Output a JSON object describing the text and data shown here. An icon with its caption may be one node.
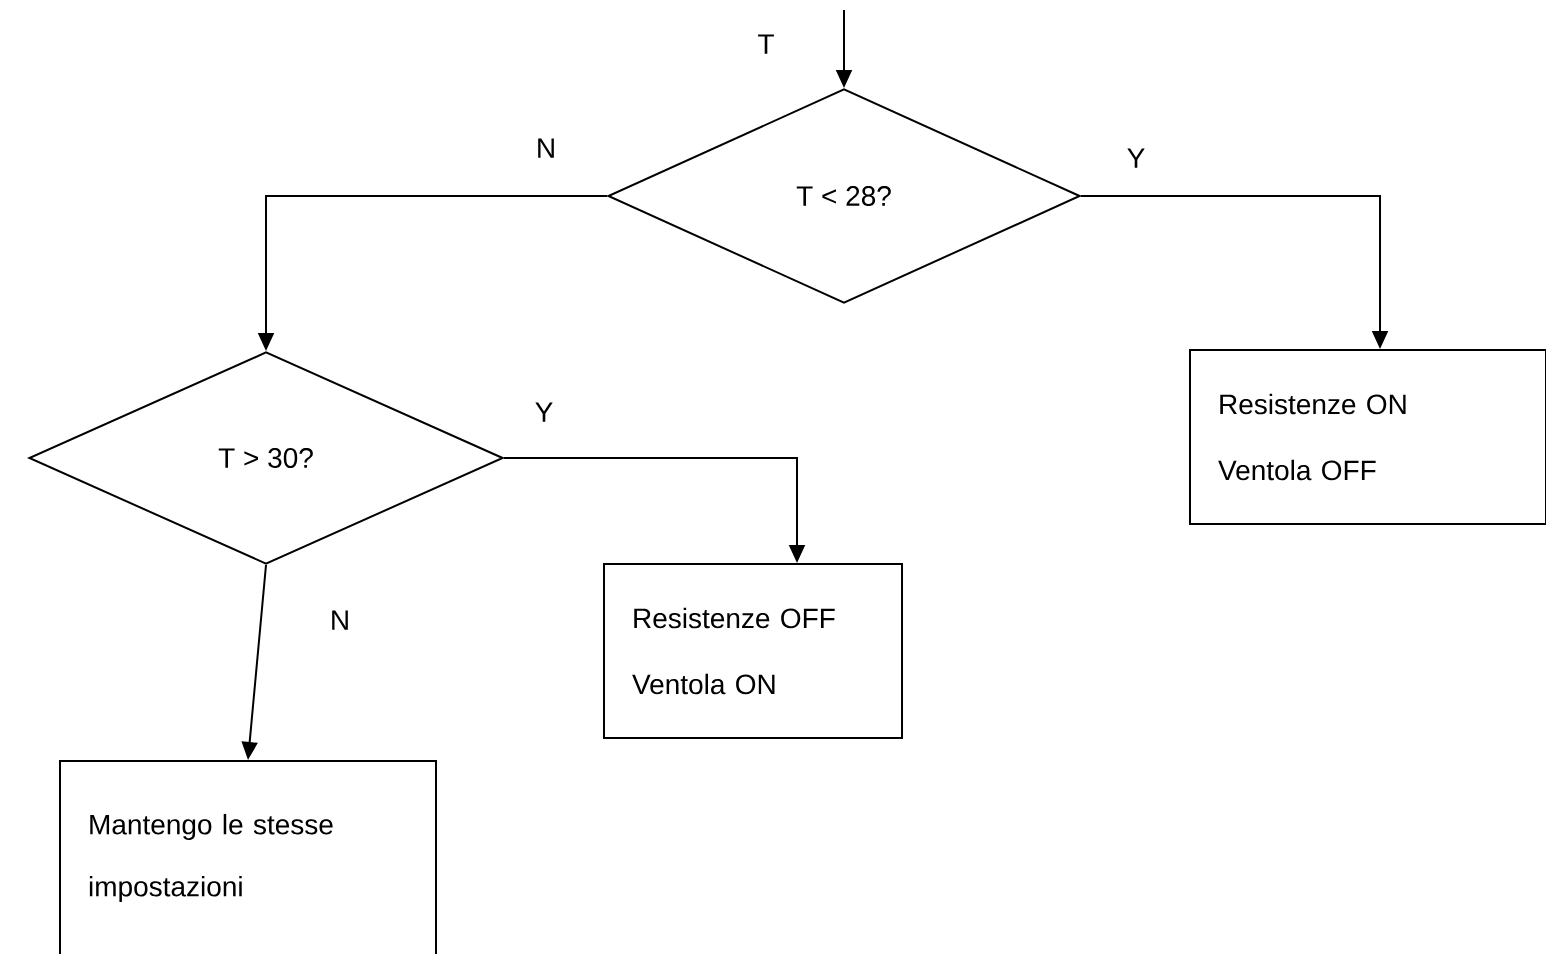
{
  "diagram": {
    "nodes": [
      {
        "text": [
          "T < 28?"
        ]
      },
      {
        "text": [
          "T > 30?"
        ]
      },
      {
        "text": [
          "Resistenze OFF",
          "Ventola ON"
        ]
      },
      {
        "text": [
          "Mantengo le stesse impostazioni"
        ]
      },
      {
        "text": [
          "Resistenze ON",
          "Ventola OFF"
        ]
      }
    ],
    "edges": [
      {
        "from": null,
        "to": 0,
        "arrow": "to",
        "label": "T"
      },
      {
        "from": 0,
        "to": 1,
        "arrow": "to",
        "label": "N"
      },
      {
        "from": 0,
        "to": 4,
        "arrow": "to",
        "label": "Y"
      },
      {
        "from": 1,
        "to": 2,
        "arrow": "to",
        "label": "Y"
      },
      {
        "from": 1,
        "to": 3,
        "arrow": "to",
        "label": "N"
      }
    ]
  }
}
